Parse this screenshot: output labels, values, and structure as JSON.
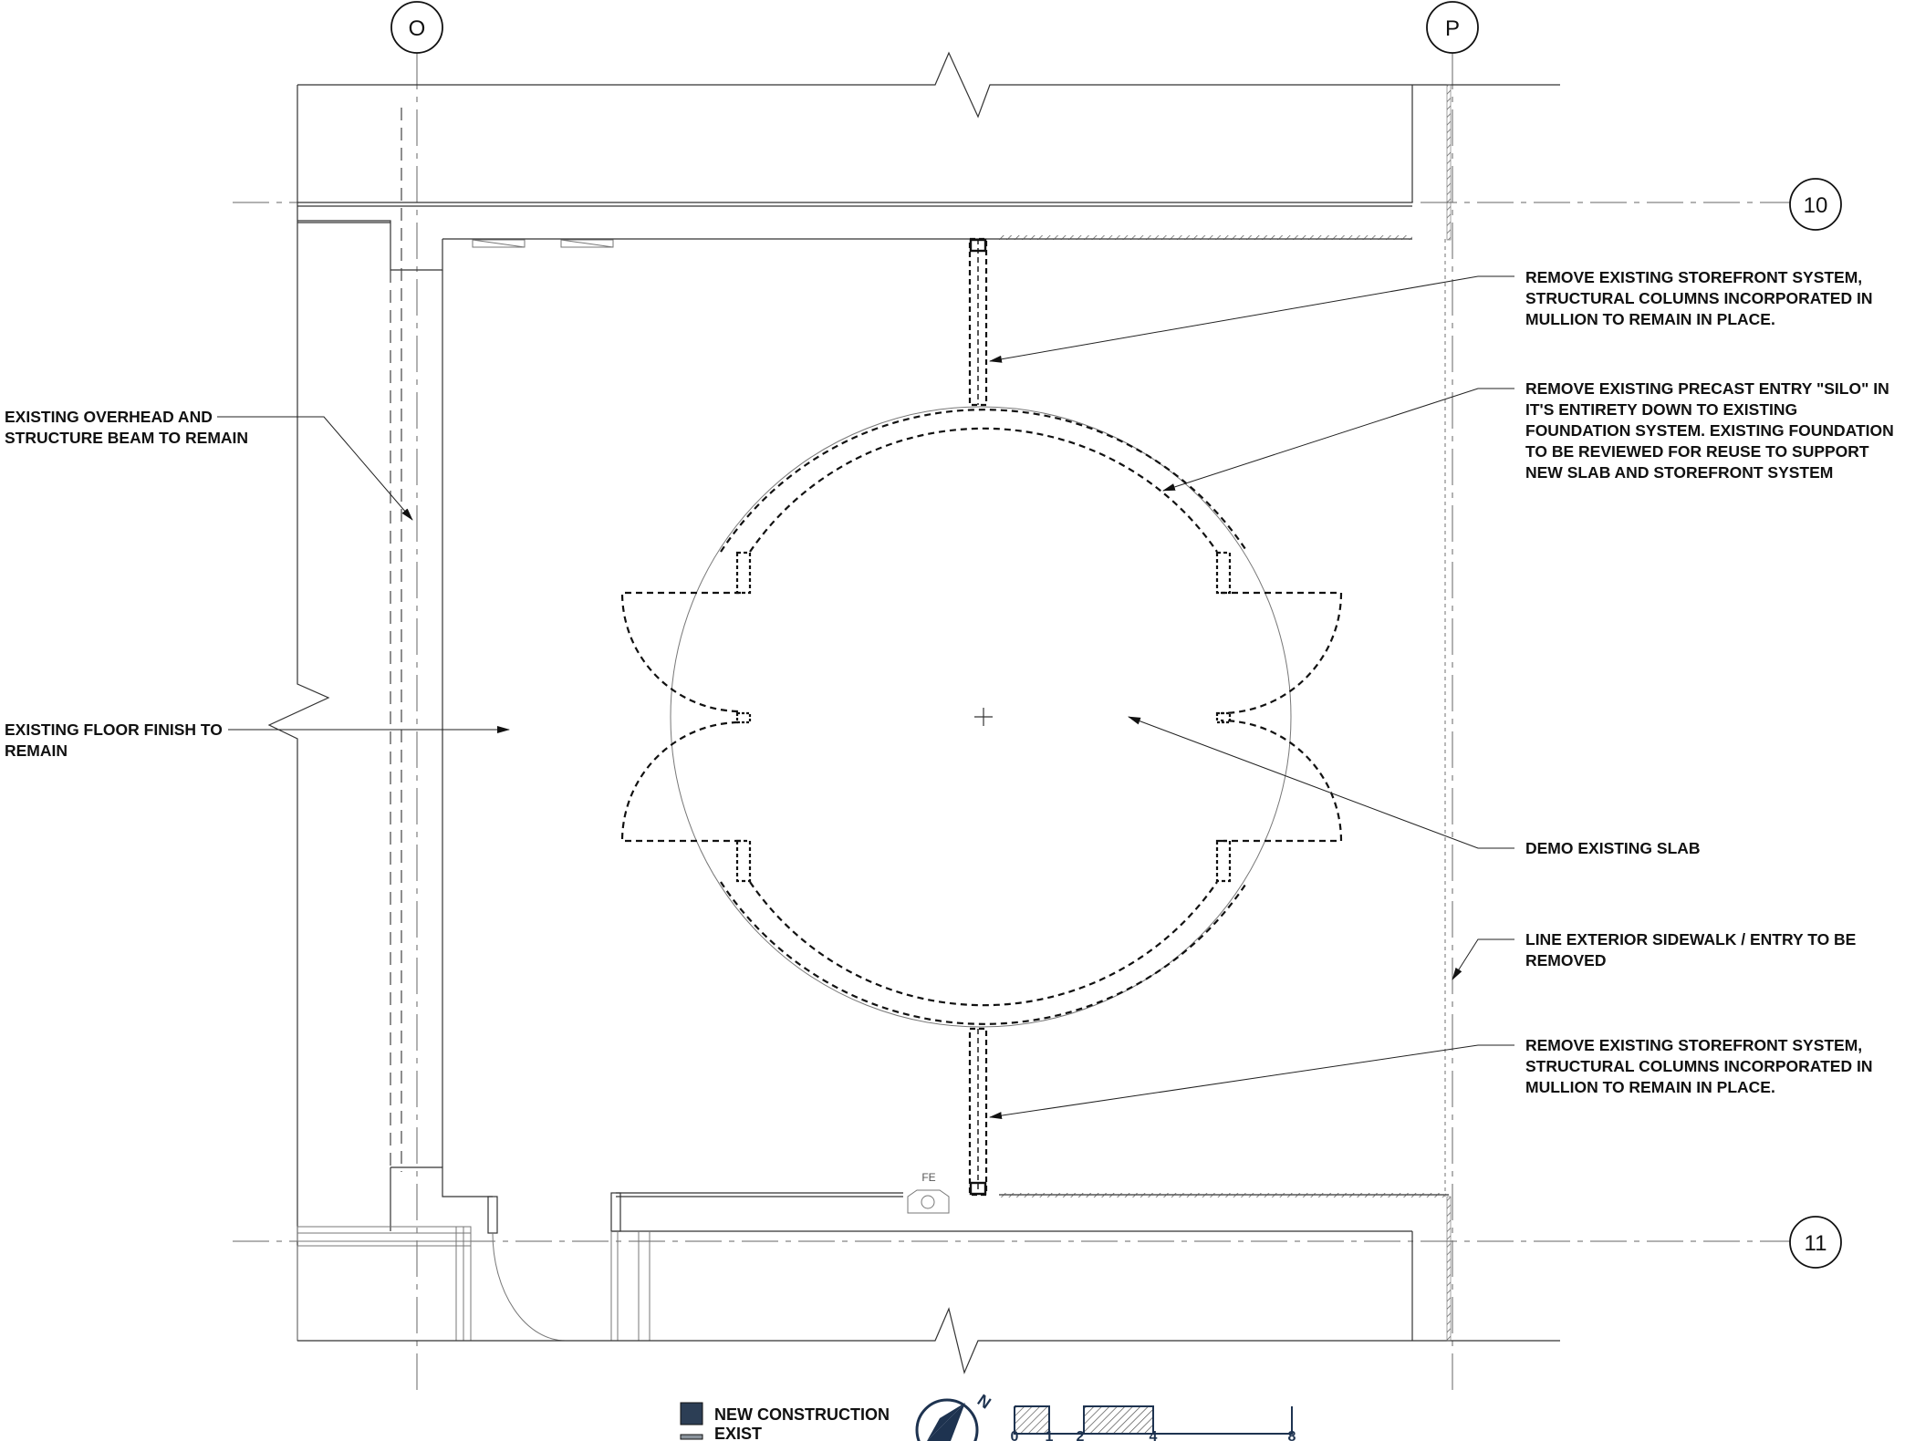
{
  "grid_labels": {
    "col_o": "O",
    "col_p": "P",
    "row_10": "10",
    "row_11": "11"
  },
  "notes": {
    "storefront_top": [
      "REMOVE EXISTING STOREFRONT SYSTEM,",
      "STRUCTURAL COLUMNS INCORPORATED IN",
      "MULLION TO REMAIN IN PLACE."
    ],
    "silo": [
      "REMOVE EXISTING PRECAST ENTRY \"SILO\" IN",
      "IT'S ENTIRETY DOWN TO EXISTING",
      "FOUNDATION SYSTEM. EXISTING FOUNDATION",
      "TO BE REVIEWED FOR REUSE TO SUPPORT",
      "NEW SLAB AND STOREFRONT SYSTEM"
    ],
    "overhead_beam": [
      "EXISTING OVERHEAD AND",
      "STRUCTURE BEAM TO REMAIN"
    ],
    "floor_finish": [
      "EXISTING FLOOR FINISH TO",
      "REMAIN"
    ],
    "demo_slab": [
      "DEMO EXISTING SLAB"
    ],
    "sidewalk": [
      "LINE EXTERIOR SIDEWALK / ENTRY TO BE",
      "REMOVED"
    ],
    "storefront_bottom": [
      "REMOVE EXISTING STOREFRONT SYSTEM,",
      "STRUCTURAL COLUMNS INCORPORATED IN",
      "MULLION TO REMAIN IN PLACE."
    ]
  },
  "fire_extinguisher_label": "FE",
  "legend": {
    "new_construction": "NEW CONSTRUCTION",
    "exist": "EXIST",
    "new_color": "#2c3e55",
    "exist_color": "#8a939c"
  },
  "north_arrow_label": "N",
  "scale_bar": {
    "labels": [
      "0",
      "1",
      "2",
      "4",
      "8"
    ],
    "color": "#1e3350"
  }
}
